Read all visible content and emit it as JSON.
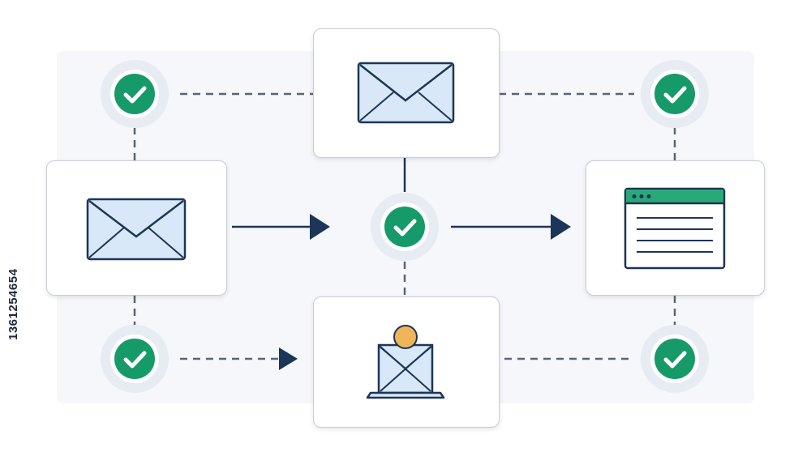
{
  "image_id_label": "1361254654",
  "colors": {
    "accent_green": "#179a6a",
    "line_navy": "#1d3557",
    "envelope_fill": "#d8e8f8",
    "coin_orange": "#f0b45a",
    "card_border": "#c9cdd4",
    "panel_bg": "#f6f7fa"
  },
  "nodes": [
    {
      "id": "email-top",
      "icon": "envelope-icon"
    },
    {
      "id": "email-left",
      "icon": "envelope-icon"
    },
    {
      "id": "laptop-bottom",
      "icon": "laptop-envelope-icon"
    },
    {
      "id": "webpage-right",
      "icon": "browser-window-icon"
    }
  ],
  "checkpoints": [
    {
      "id": "top-left",
      "icon": "checkmark-icon",
      "status": "complete"
    },
    {
      "id": "top-right",
      "icon": "checkmark-icon",
      "status": "complete"
    },
    {
      "id": "center",
      "icon": "checkmark-icon",
      "status": "complete"
    },
    {
      "id": "bottom-left",
      "icon": "checkmark-icon",
      "status": "complete"
    },
    {
      "id": "bottom-right",
      "icon": "checkmark-icon",
      "status": "complete"
    }
  ]
}
